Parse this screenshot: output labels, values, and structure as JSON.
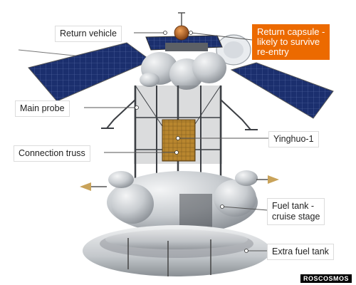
{
  "labels": {
    "return_vehicle": "Return vehicle",
    "return_capsule": [
      "Return capsule -",
      "likely to survive",
      "re-entry"
    ],
    "main_probe": "Main probe",
    "yinghuo": "Yinghuo-1",
    "connection_truss": "Connection truss",
    "fuel_tank_cruise": [
      "Fuel tank -",
      "cruise stage"
    ],
    "extra_fuel_tank": "Extra fuel tank"
  },
  "credit": "ROSCOSMOS",
  "colors": {
    "highlight": "#ec6a00",
    "label_bg": "#ffffff",
    "body_grey": "#c9cdd1",
    "solar_blue": "#1b2f6e"
  }
}
